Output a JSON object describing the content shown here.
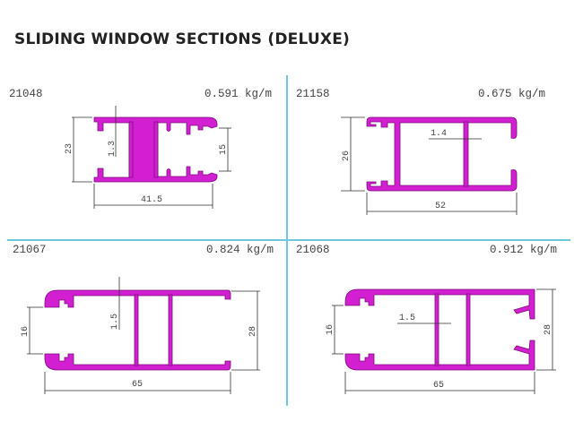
{
  "page": {
    "title": "SLIDING WINDOW SECTIONS (DELUXE)",
    "divider_color": "#6cc7df",
    "profile_color": "#d21fd2"
  },
  "sections": [
    {
      "code": "21048",
      "weight": "0.591 kg/m",
      "dimensions": {
        "height": "23",
        "width": "41.5",
        "opening": "15",
        "wall_thickness": "1.3"
      }
    },
    {
      "code": "21158",
      "weight": "0.675 kg/m",
      "dimensions": {
        "height": "26",
        "width": "52",
        "wall_thickness": "1.4"
      }
    },
    {
      "code": "21067",
      "weight": "0.824 kg/m",
      "dimensions": {
        "height": "28",
        "width": "65",
        "opening": "16",
        "wall_thickness": "1.5"
      }
    },
    {
      "code": "21068",
      "weight": "0.912 kg/m",
      "dimensions": {
        "height": "28",
        "width": "65",
        "opening": "16",
        "wall_thickness": "1.5"
      }
    }
  ]
}
